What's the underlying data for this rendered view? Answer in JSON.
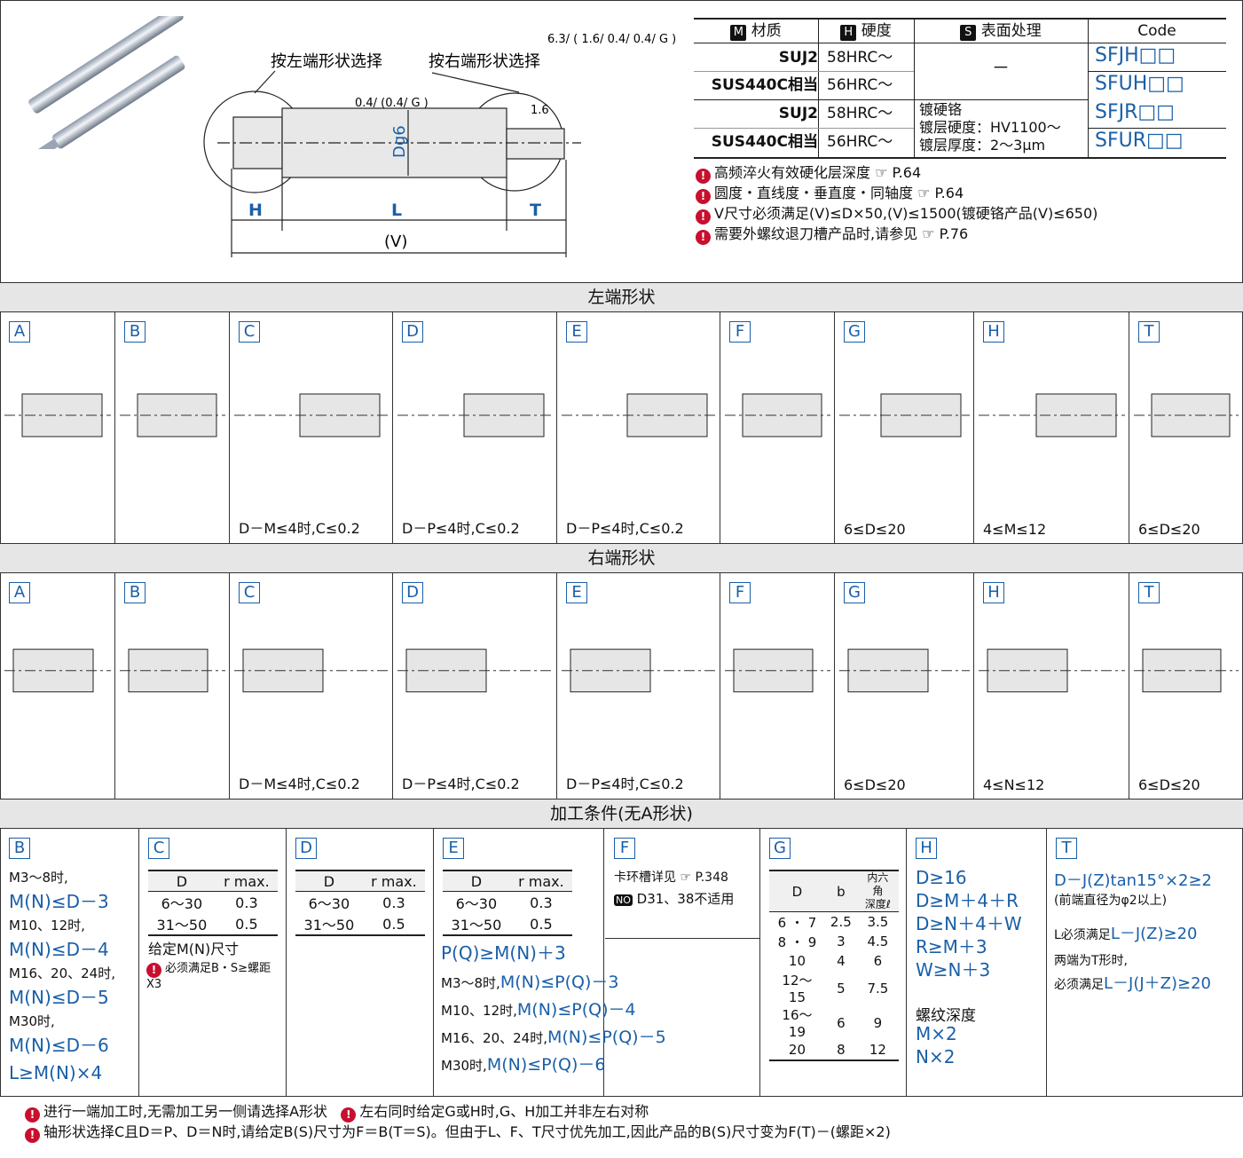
{
  "top_drawing": {
    "left_label": "按左端形状选择",
    "right_label": "按右端形状选择",
    "roughness_top": "6.3/(1.6/0.4/0.4/G)",
    "roughness_mid": "0.4/(0.4/G)",
    "roughness_right": "1.6",
    "dim_d": "Dg6",
    "dim_h": "H",
    "dim_l": "L",
    "dim_t": "T",
    "dim_v": "(V)"
  },
  "material_table": {
    "headers": [
      {
        "icon": "M",
        "text": "材质"
      },
      {
        "icon": "H",
        "text": "硬度"
      },
      {
        "icon": "S",
        "text": "表面处理"
      },
      {
        "icon": "",
        "text": "Code"
      }
    ],
    "rows": [
      {
        "material": "SUJ2",
        "hardness": "58HRC～",
        "code": "SFJH□□"
      },
      {
        "material": "SUS440C相当",
        "hardness": "56HRC～",
        "code": "SFUH□□"
      },
      {
        "material": "SUJ2",
        "hardness": "58HRC～",
        "code": "SFJR□□"
      },
      {
        "material": "SUS440C相当",
        "hardness": "56HRC～",
        "code": "SFUR□□"
      }
    ],
    "surface_none": "－",
    "surface_plating": [
      "镀硬铬",
      "镀层硬度：HV1100～",
      "镀层厚度：2～3μm"
    ]
  },
  "notes_top": [
    "高频淬火有效硬化层深度 ☞ P.64",
    "圆度・直线度・垂直度・同轴度 ☞ P.64",
    "V尺寸必须满足(V)≤D×50,(V)≤1500(镀硬铬产品(V)≤650)",
    "需要外螺纹退刀槽产品时,请参见 ☞ P.76"
  ],
  "section_left": "左端形状",
  "section_right": "右端形状",
  "section_cond": "加工条件(无A形状)",
  "left_shapes": [
    {
      "tag": "A",
      "cond": ""
    },
    {
      "tag": "B",
      "cond": ""
    },
    {
      "tag": "C",
      "cond": "D－M≤4时,C≤0.2"
    },
    {
      "tag": "D",
      "cond": "D－P≤4时,C≤0.2"
    },
    {
      "tag": "E",
      "cond": "D－P≤4时,C≤0.2"
    },
    {
      "tag": "F",
      "cond": ""
    },
    {
      "tag": "G",
      "cond": "6≤D≤20"
    },
    {
      "tag": "H",
      "cond": "4≤M≤12"
    },
    {
      "tag": "T",
      "cond": "6≤D≤20"
    }
  ],
  "right_shapes": [
    {
      "tag": "A",
      "cond": ""
    },
    {
      "tag": "B",
      "cond": ""
    },
    {
      "tag": "C",
      "cond": "D－M≤4时,C≤0.2"
    },
    {
      "tag": "D",
      "cond": "D－P≤4时,C≤0.2"
    },
    {
      "tag": "E",
      "cond": "D－P≤4时,C≤0.2"
    },
    {
      "tag": "F",
      "cond": ""
    },
    {
      "tag": "G",
      "cond": "6≤D≤20"
    },
    {
      "tag": "H",
      "cond": "4≤N≤12"
    },
    {
      "tag": "T",
      "cond": "6≤D≤20"
    }
  ],
  "cond_B": {
    "tag": "B",
    "lines": [
      {
        "k": "M3～8时,",
        "v": "M(N)≤D－3"
      },
      {
        "k": "M10、12时,",
        "v": "M(N)≤D－4"
      },
      {
        "k": "M16、20、24时,",
        "v": "M(N)≤D－5"
      },
      {
        "k": "M30时,",
        "v": "M(N)≤D－6"
      }
    ],
    "last": "L≥M(N)×4"
  },
  "cond_C": {
    "tag": "C",
    "h1": "D",
    "h2": "r max.",
    "rows": [
      [
        "6～30",
        "0.3"
      ],
      [
        "31～50",
        "0.5"
      ]
    ],
    "note1": "给定M(N)尺寸",
    "note2": "必须满足B・S≥螺距X3"
  },
  "cond_D": {
    "tag": "D",
    "h1": "D",
    "h2": "r max.",
    "rows": [
      [
        "6～30",
        "0.3"
      ],
      [
        "31～50",
        "0.5"
      ]
    ]
  },
  "cond_E": {
    "tag": "E",
    "h1": "D",
    "h2": "r max.",
    "rows": [
      [
        "6～30",
        "0.3"
      ],
      [
        "31～50",
        "0.5"
      ]
    ],
    "main": "P(Q)≥M(N)＋3",
    "lines": [
      {
        "k": "M3～8时,",
        "v": "M(N)≤P(Q)－3"
      },
      {
        "k": "M10、12时,",
        "v": "M(N)≤P(Q)－4"
      },
      {
        "k": "M16、20、24时,",
        "v": "M(N)≤P(Q)－5"
      },
      {
        "k": "M30时,",
        "v": "M(N)≤P(Q)－6"
      }
    ]
  },
  "cond_F": {
    "tag": "F",
    "line1": "卡环槽详见 ☞ P.348",
    "no": "NO",
    "line2": "D31、38不适用"
  },
  "cond_G": {
    "tag": "G",
    "h1": "D",
    "h2": "b",
    "h3a": "内六角",
    "h3b": "深度ℓ",
    "rows": [
      [
        "6 ・ 7",
        "2.5",
        "3.5"
      ],
      [
        "8 ・ 9",
        "3",
        "4.5"
      ],
      [
        "10",
        "4",
        "6"
      ],
      [
        "12～15",
        "5",
        "7.5"
      ],
      [
        "16～19",
        "6",
        "9"
      ],
      [
        "20",
        "8",
        "12"
      ]
    ]
  },
  "cond_H": {
    "tag": "H",
    "lines": [
      "D≥16",
      "D≥M＋4＋R",
      "D≥N＋4＋W",
      "R≥M＋3",
      "W≥N＋3"
    ],
    "depth_title": "螺纹深度",
    "depth": [
      "M×2",
      "N×2"
    ]
  },
  "cond_T": {
    "tag": "T",
    "l1": "D－J(Z)tan15°×2≥2",
    "l2": "(前端直径为φ2以上)",
    "l3a": "L必须满足",
    "l3b": "L－J(Z)≥20",
    "l4": "两端为T形时,",
    "l5a": "必须满足",
    "l5b": "L－J(J＋Z)≥20"
  },
  "bottom_notes": [
    "进行一端加工时,无需加工另一侧请选择A形状",
    "左右同时给定G或H时,G、H加工并非左右对称",
    "轴形状选择C且D＝P、D＝N时,请给定B(S)尺寸为F＝B(T＝S)。但由于L、F、T尺寸优先加工,因此产品的B(S)尺寸变为F(T)－(螺距×2)"
  ]
}
